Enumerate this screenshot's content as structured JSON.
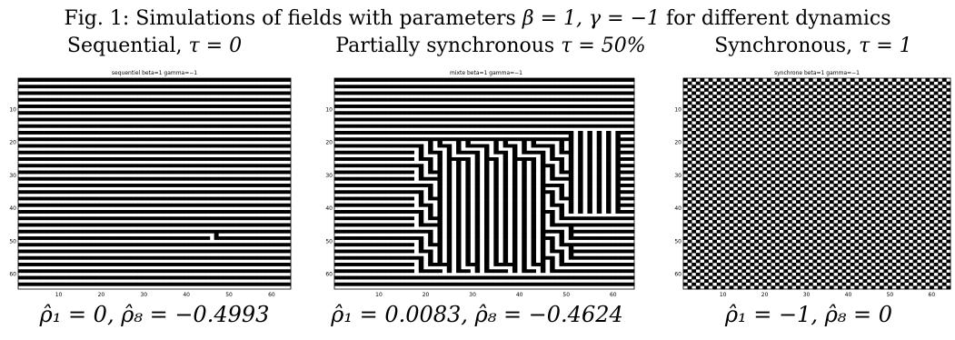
{
  "caption": {
    "prefix": "Fig. 1: Simulations of fields with parameters",
    "beta": "β = 1,",
    "gamma": "γ = −1",
    "suffix": "for different dynamics"
  },
  "panels": [
    {
      "id": "sequential",
      "heading_label": "Sequential,",
      "heading_param": "τ = 0",
      "small_title": "sequentiel beta=1 gamma=−1",
      "stat_1": "ρ̂₁ = 0,",
      "stat_8": "ρ̂₈ = −0.4993",
      "pattern": "horizontal_stripes",
      "x_ticks": [
        "10",
        "20",
        "30",
        "40",
        "50",
        "60"
      ],
      "y_ticks": [
        "10",
        "20",
        "30",
        "40",
        "50",
        "60"
      ]
    },
    {
      "id": "partially-synchronous",
      "heading_label": "Partially synchronous",
      "heading_param": "τ = 50%",
      "small_title": "mixte beta=1 gamma=−1",
      "stat_1": "ρ̂₁ = 0.0083,",
      "stat_8": "ρ̂₈ = −0.4624",
      "pattern": "mixed_stripes",
      "x_ticks": [
        "10",
        "20",
        "30",
        "40",
        "50",
        "60"
      ],
      "y_ticks": [
        "10",
        "20",
        "30",
        "40",
        "50",
        "60"
      ]
    },
    {
      "id": "synchronous",
      "heading_label": "Synchronous,",
      "heading_param": "τ = 1",
      "small_title": "synchrone beta=1 gamma=−1",
      "stat_1": "ρ̂₁ = −1,",
      "stat_8": "ρ̂₈ = 0",
      "pattern": "checkerboard",
      "x_ticks": [
        "10",
        "20",
        "30",
        "40",
        "50",
        "60"
      ],
      "y_ticks": [
        "10",
        "20",
        "30",
        "40",
        "50",
        "60"
      ]
    }
  ]
}
